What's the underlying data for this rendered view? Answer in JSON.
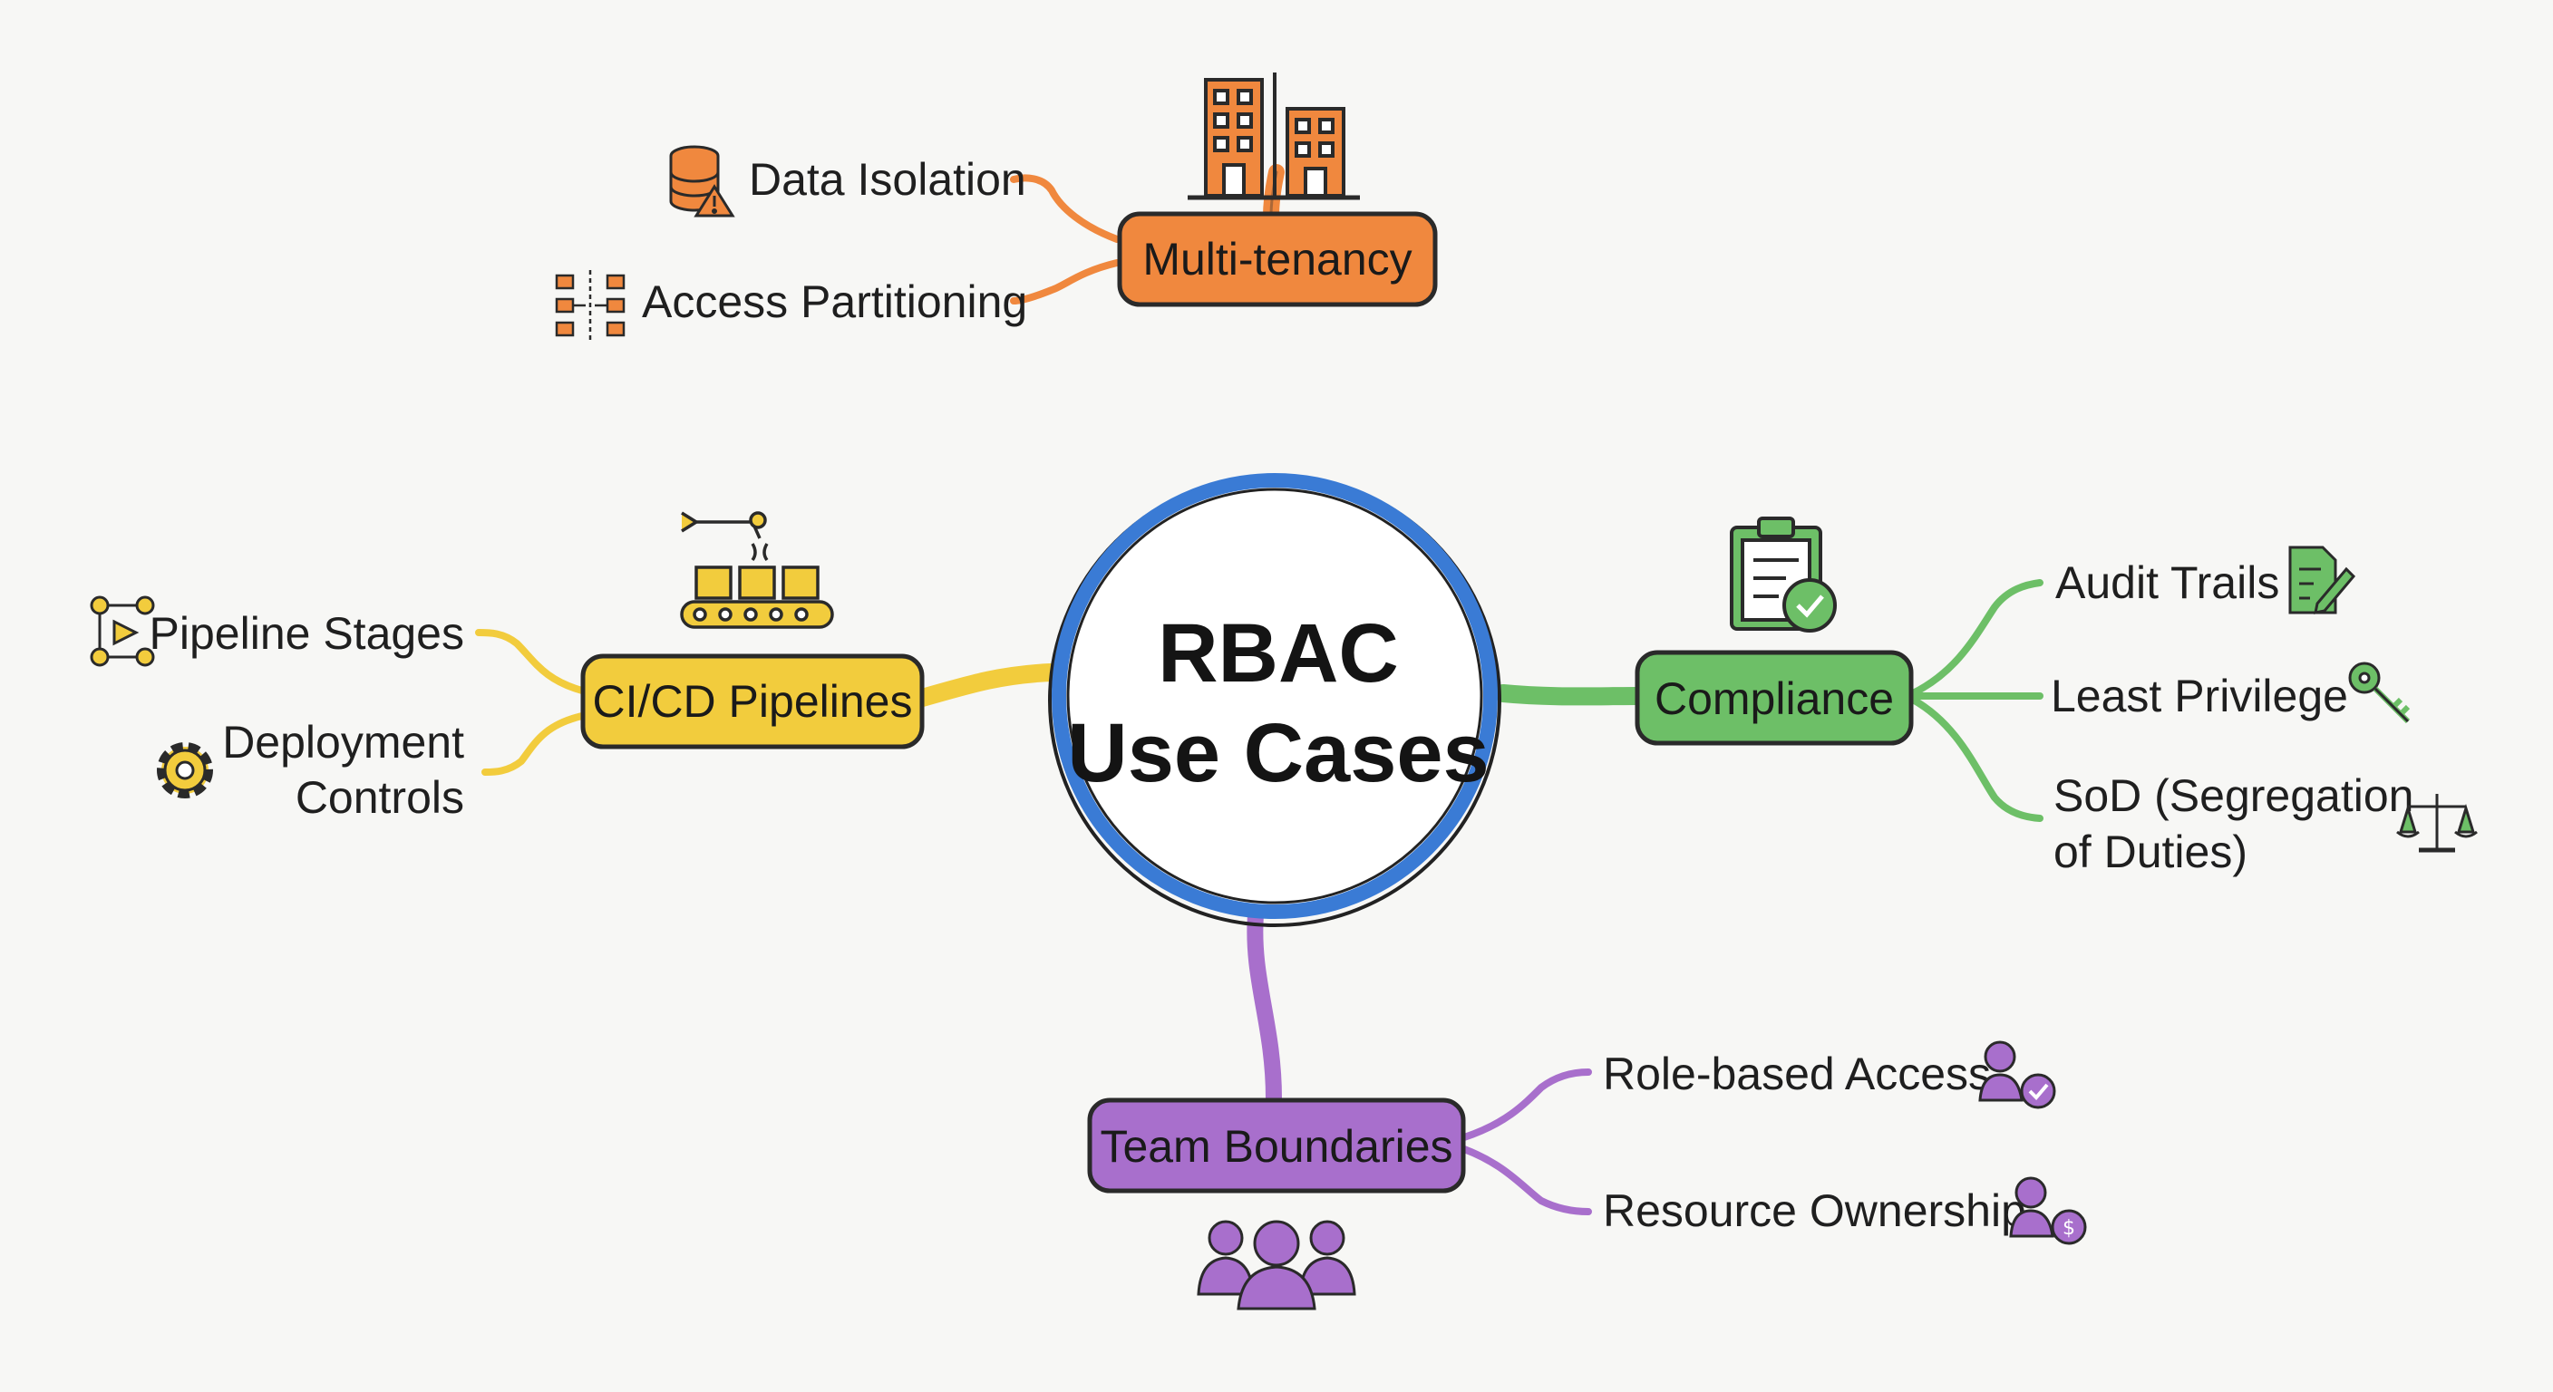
{
  "center": {
    "line1": "RBAC",
    "line2": "Use Cases",
    "color": "#3a7bd5"
  },
  "branches": {
    "multitenancy": {
      "label": "Multi-tenancy",
      "color": "#f0883e",
      "icon": "buildings-icon",
      "items": [
        {
          "label": "Data Isolation",
          "icon": "database-warning-icon"
        },
        {
          "label": "Access Partitioning",
          "icon": "partition-network-icon"
        }
      ]
    },
    "cicd": {
      "label": "CI/CD Pipelines",
      "color": "#f2cc3d",
      "icon": "robot-conveyor-icon",
      "items": [
        {
          "label": "Pipeline Stages",
          "icon": "pipeline-nodes-icon"
        },
        {
          "lines": [
            "Deployment",
            "Controls"
          ],
          "icon": "gear-icon"
        }
      ]
    },
    "compliance": {
      "label": "Compliance",
      "color": "#6dbf67",
      "icon": "clipboard-check-icon",
      "items": [
        {
          "label": "Audit Trails",
          "icon": "document-edit-icon"
        },
        {
          "label": "Least Privilege",
          "icon": "key-icon"
        },
        {
          "lines": [
            "SoD (Segregation",
            "of Duties)"
          ],
          "icon": "balance-scale-icon"
        }
      ]
    },
    "team": {
      "label": "Team Boundaries",
      "color": "#a86fcc",
      "icon": "people-group-icon",
      "items": [
        {
          "label": "Role-based Access",
          "icon": "user-check-icon"
        },
        {
          "label": "Resource Ownership",
          "icon": "user-dollar-icon"
        }
      ]
    }
  }
}
